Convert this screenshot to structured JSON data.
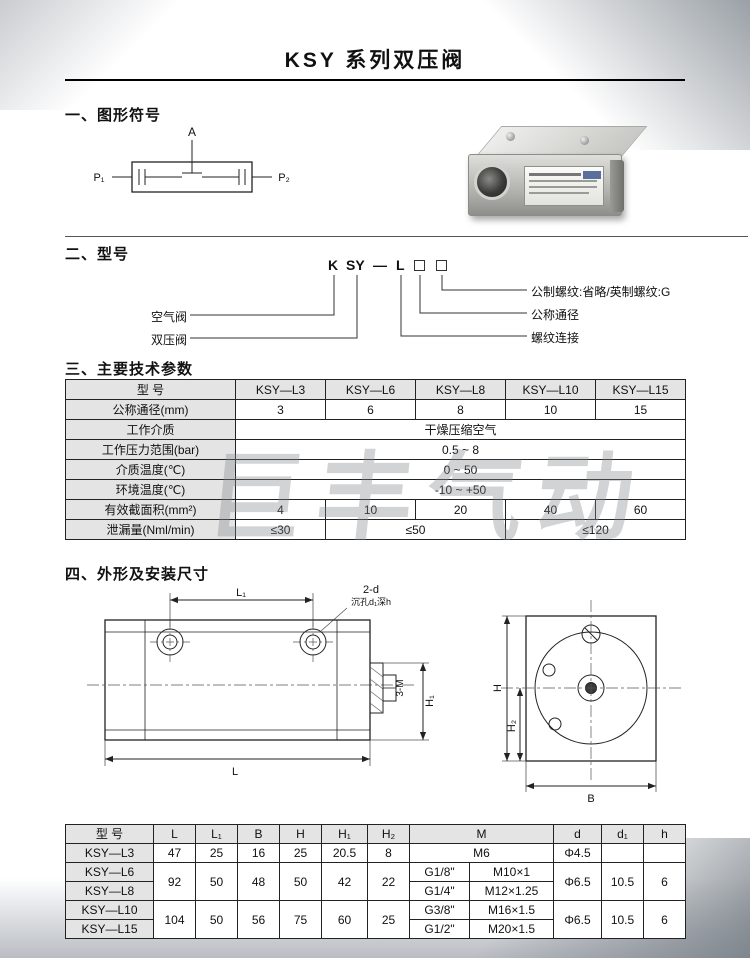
{
  "page": {
    "title": "KSY 系列双压阀",
    "watermark": "巨丰气动"
  },
  "sections": {
    "symbols": "一、图形符号",
    "model": "二、型号",
    "params": "三、主要技术参数",
    "dimensions": "四、外形及安装尺寸"
  },
  "symbol": {
    "port_top": "A",
    "port_left": "P₁",
    "port_right": "P₂"
  },
  "model_code": {
    "tokens": {
      "k": "K",
      "sy": "SY",
      "dash": "—",
      "l": "L"
    },
    "left_labels": {
      "air_valve": "空气阀",
      "double_valve": "双压阀"
    },
    "right_labels": {
      "thread_note": "公制螺纹:省略/英制螺纹:G",
      "bore": "公称通径",
      "connection": "螺纹连接"
    }
  },
  "params_table": {
    "header": [
      "型 号",
      "KSY—L3",
      "KSY—L6",
      "KSY—L8",
      "KSY—L10",
      "KSY—L15"
    ],
    "bore": {
      "label": "公称通径(mm)",
      "values": [
        "3",
        "6",
        "8",
        "10",
        "15"
      ]
    },
    "medium": {
      "label": "工作介质",
      "value": "干燥压缩空气"
    },
    "pressure": {
      "label": "工作压力范围(bar)",
      "value": "0.5 ~ 8"
    },
    "medium_temp": {
      "label": "介质温度(℃)",
      "value": "0 ~ 50"
    },
    "ambient_temp": {
      "label": "环境温度(℃)",
      "value": "-10 ~ +50"
    },
    "area": {
      "label": "有效截面积(mm²)",
      "values": [
        "4",
        "10",
        "20",
        "40",
        "60"
      ]
    },
    "leakage": {
      "label": "泄漏量(Nml/min)",
      "v1": "≤30",
      "v2": "≤50",
      "v3": "≤120"
    }
  },
  "drawing": {
    "front": {
      "dim_l1": "L₁",
      "dim_l": "L",
      "holes": "2-d",
      "counterbore": "沉孔d₁深h",
      "bolts": "3-M",
      "dim_h1": "H₁"
    },
    "side": {
      "dim_h": "H",
      "dim_h2": "H₂",
      "dim_b": "B"
    }
  },
  "dims_table": {
    "header": [
      "型 号",
      "L",
      "L₁",
      "B",
      "H",
      "H₁",
      "H₂",
      "M",
      "d",
      "d₁",
      "h"
    ],
    "l3": {
      "model": "KSY—L3",
      "L": "47",
      "L1": "25",
      "B": "16",
      "H": "25",
      "H1": "20.5",
      "H2": "8",
      "M": "M6",
      "d": "Φ4.5"
    },
    "l6": {
      "model": "KSY—L6",
      "L": "92",
      "L1": "50",
      "B": "48",
      "H": "50",
      "H1": "42",
      "H2": "22",
      "thread": "G1/8\"",
      "M": "M10×1",
      "d": "Φ6.5",
      "d1": "10.5",
      "h": "6"
    },
    "l8": {
      "model": "KSY—L8",
      "thread": "G1/4\"",
      "M": "M12×1.25"
    },
    "l10": {
      "model": "KSY—L10",
      "L": "104",
      "L1": "50",
      "B": "56",
      "H": "75",
      "H1": "60",
      "H2": "25",
      "thread": "G3/8\"",
      "M": "M16×1.5",
      "d": "Φ6.5",
      "d1": "10.5",
      "h": "6"
    },
    "l15": {
      "model": "KSY—L15",
      "thread": "G1/2\"",
      "M": "M20×1.5"
    }
  }
}
